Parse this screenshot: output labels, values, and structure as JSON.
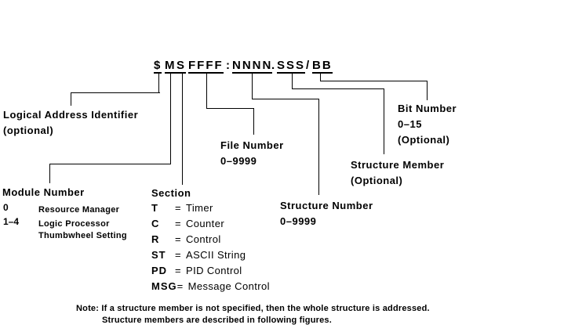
{
  "figure": {
    "address_format": "$MSFFFF:NNNN.SSS/BB",
    "header_groups": [
      {
        "text": "$",
        "underlined": true
      },
      {
        "text": "M",
        "underlined": true
      },
      {
        "text": "S",
        "underlined": true
      },
      {
        "text": "FFFF",
        "underlined": true
      },
      {
        "text": ":",
        "underlined": false
      },
      {
        "text": "NNNN",
        "underlined": true
      },
      {
        "text": ".",
        "underlined": false
      },
      {
        "text": "SSS",
        "underlined": true
      },
      {
        "text": "/",
        "underlined": false
      },
      {
        "text": "BB",
        "underlined": true
      }
    ],
    "callouts": {
      "logical_address": {
        "line1": "Logical Address Identifier",
        "line2": "(optional)"
      },
      "file_number": {
        "line1": "File Number",
        "line2": "0–9999"
      },
      "bit_number": {
        "line1": "Bit Number",
        "line2": "0–15",
        "line3": "(Optional)"
      },
      "structure_member": {
        "line1": "Structure Member",
        "line2": "(Optional)"
      },
      "structure_number": {
        "line1": "Structure Number",
        "line2": "0–9999"
      },
      "module_number": {
        "title": "Module Number",
        "entries": [
          {
            "key": "0",
            "desc": "Resource Manager"
          },
          {
            "key": "1–4",
            "desc": "Logic Processor"
          },
          {
            "key": "",
            "desc": "Thumbwheel Setting"
          }
        ]
      },
      "section": {
        "title": "Section",
        "equals": "=",
        "entries": [
          {
            "key": "T",
            "value": "Timer"
          },
          {
            "key": "C",
            "value": "Counter"
          },
          {
            "key": "R",
            "value": "Control"
          },
          {
            "key": "ST",
            "value": "ASCII String"
          },
          {
            "key": "PD",
            "value": "PID Control"
          },
          {
            "key": "MSG",
            "value": "Message Control"
          }
        ]
      }
    },
    "note": {
      "line1": "Note: If a structure member is not specified, then the whole structure is addressed.",
      "line2": "Structure members are described in following figures."
    },
    "colors": {
      "ink": "#000000",
      "background": "#ffffff"
    }
  }
}
